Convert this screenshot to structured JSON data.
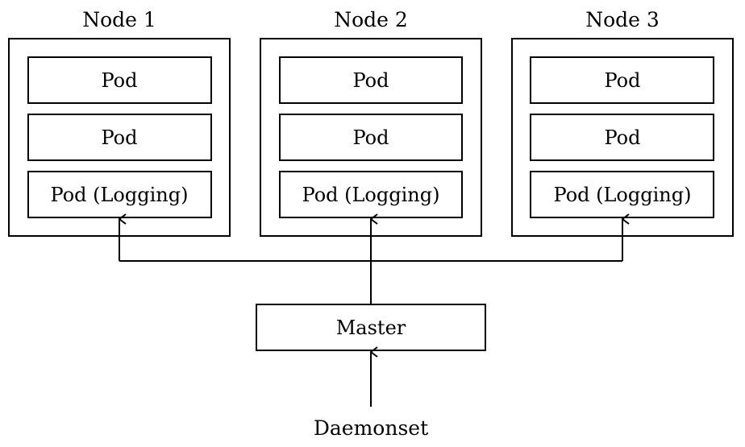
{
  "nodes": [
    {
      "title": "Node 1",
      "pods": [
        "Pod",
        "Pod",
        "Pod (Logging)"
      ]
    },
    {
      "title": "Node 2",
      "pods": [
        "Pod",
        "Pod",
        "Pod (Logging)"
      ]
    },
    {
      "title": "Node 3",
      "pods": [
        "Pod",
        "Pod",
        "Pod (Logging)"
      ]
    }
  ],
  "master": {
    "label": "Master"
  },
  "daemonset": {
    "label": "Daemonset"
  },
  "colors": {
    "stroke": "#000000",
    "background": "#ffffff"
  }
}
